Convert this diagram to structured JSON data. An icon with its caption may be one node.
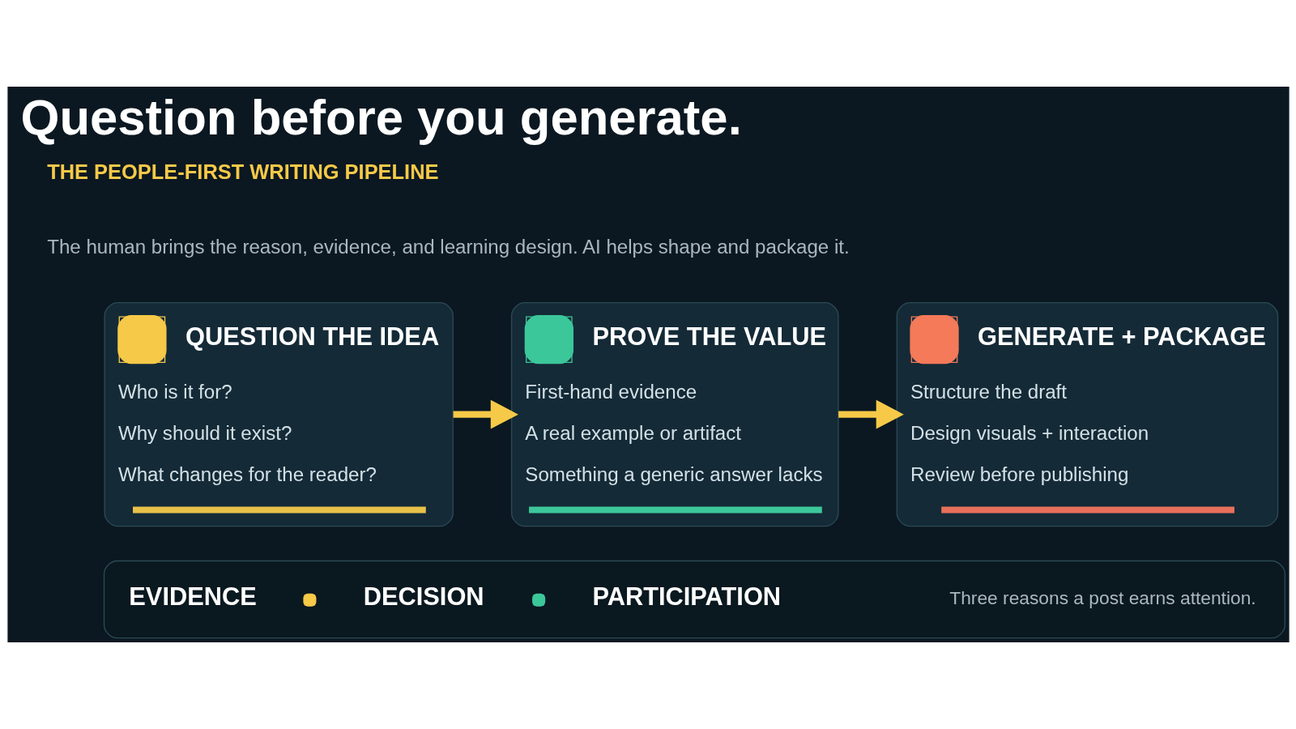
{
  "diagram": {
    "title": "Question before you generate.",
    "nodes": [
      {
        "text": [
          "QUESTION THE IDEA",
          "Who is it for?",
          "Why should it exist?",
          "What changes for the reader?"
        ]
      },
      {
        "text": [
          "PROVE THE VALUE",
          "First-hand evidence",
          "A real example or artifact",
          "Something a generic answer lacks"
        ]
      },
      {
        "text": [
          "GENERATE + PACKAGE",
          "Structure the draft",
          "Design visuals + interaction",
          "Review before publishing"
        ]
      },
      {
        "text": [
          "EVIDENCE",
          "DECISION",
          "PARTICIPATION",
          "Three reasons a post earns attention."
        ]
      }
    ],
    "edges": [
      {
        "from": 0,
        "to": 1,
        "arrow": "to"
      },
      {
        "from": 1,
        "to": 2,
        "arrow": "to"
      }
    ],
    "labels": [
      "THE PEOPLE-FIRST WRITING PIPELINE",
      "The human brings the reason, evidence, and learning design. AI helps shape and package it."
    ]
  }
}
